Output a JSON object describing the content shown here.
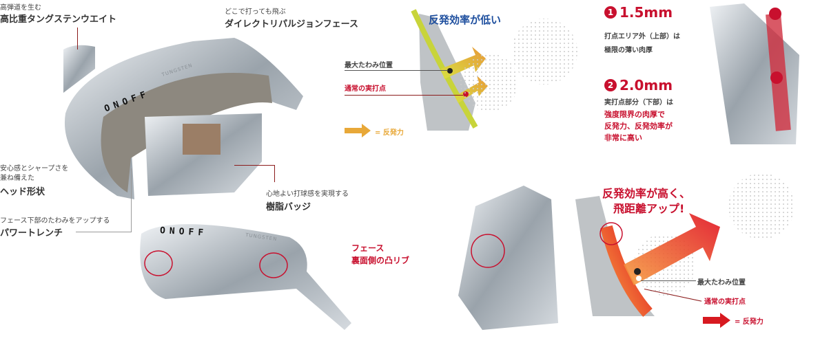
{
  "labels": {
    "tungsten_sub": "高弾道を生む",
    "tungsten_main": "高比重タングステンウエイト",
    "face_sub": "どこで打っても飛ぶ",
    "face_main": "ダイレクトリパルジョンフェース",
    "head_sub1": "安心感とシャープさを",
    "head_sub2": "兼ね備えた",
    "head_main": "ヘッド形状",
    "trench_sub": "フェース下部のたわみをアップする",
    "trench_main": "パワートレンチ",
    "badge_sub": "心地よい打球感を実現する",
    "badge_main": "樹脂バッジ",
    "rib": [
      "フェース",
      "裏面側の凸リブ"
    ]
  },
  "top_diagram": {
    "title": "反発効率が低い",
    "max_deflection": "最大たわみ位置",
    "normal_hit": "通常の実打点",
    "legend": "= 反発力",
    "arrow_color": "#e8a838"
  },
  "thickness": {
    "item1": {
      "num": "1",
      "value": "1.5mm",
      "desc1": "打点エリア外（上部）は",
      "desc2": "極限の薄い肉厚"
    },
    "item2": {
      "num": "2",
      "value": "2.0mm",
      "desc1": "実打点部分（下部）は",
      "lines": [
        "強度限界の肉厚で",
        "反発力、反発効率が",
        "非常に高い"
      ]
    }
  },
  "bottom_diagram": {
    "title": [
      "反発効率が高く、",
      "飛距離アップ!"
    ],
    "max_deflection": "最大たわみ位置",
    "normal_hit": "通常の実打点",
    "legend": "= 反発力",
    "arrow_color": "#d71920"
  },
  "brand": "ONOFF",
  "brand_text": "TUNGSTEN",
  "colors": {
    "accent_red": "#c8102e",
    "title_blue": "#1d4e9e"
  }
}
